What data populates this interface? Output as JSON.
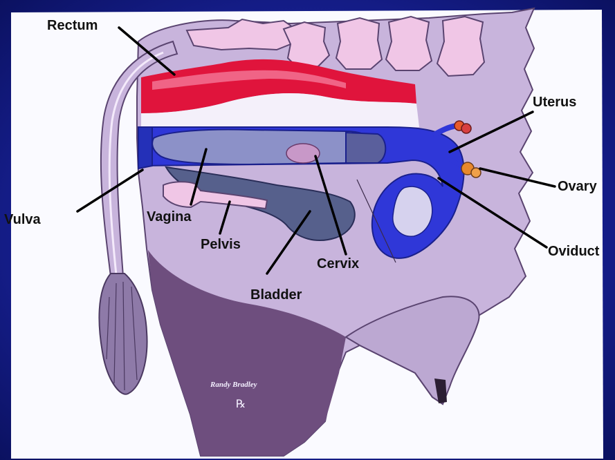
{
  "diagram": {
    "labels": {
      "rectum": "Rectum",
      "uterus": "Uterus",
      "ovary": "Ovary",
      "vulva": "Vulva",
      "vagina": "Vagina",
      "pelvis": "Pelvis",
      "cervix": "Cervix",
      "oviduct": "Oviduct",
      "bladder": "Bladder"
    },
    "signature": "Randy Bradley",
    "colors": {
      "frame": "#141c86",
      "panel": "#fafaff",
      "body": "#c8b4dc",
      "body_dark": "#6e4e7e",
      "bone": "#f0c6e6",
      "rectum": "#e0143c",
      "tract": "#2f37d8",
      "vagina": "#8c91c8",
      "bladder": "#56608c",
      "ovary": "#e8882c"
    }
  }
}
